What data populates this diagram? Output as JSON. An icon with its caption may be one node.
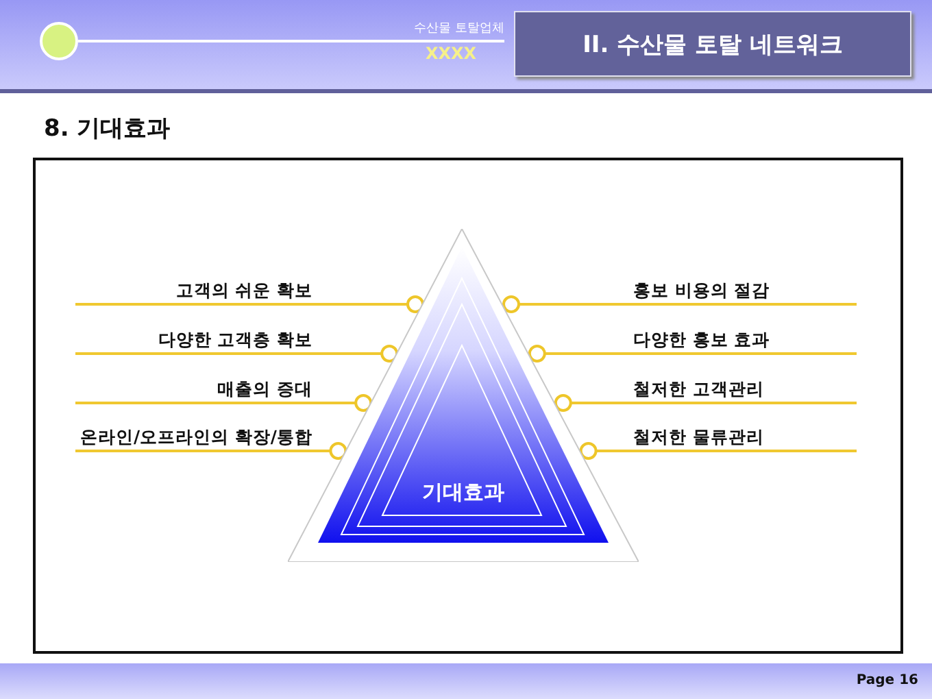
{
  "diagram": {
    "title": "8. 기대효과",
    "nodes": [
      {
        "text": [
          "기대효과"
        ]
      },
      {
        "text": [
          "고객의 쉬운 확보"
        ]
      },
      {
        "text": [
          "다양한 고객층 확보"
        ]
      },
      {
        "text": [
          "매출의 증대"
        ]
      },
      {
        "text": [
          "온라인/오프라인의 확장/통합"
        ]
      },
      {
        "text": [
          "홍보 비용의 절감"
        ]
      },
      {
        "text": [
          "다양한 홍보 효과"
        ]
      },
      {
        "text": [
          "철저한 고객관리"
        ]
      },
      {
        "text": [
          "철저한 물류관리"
        ]
      }
    ],
    "edges": [
      {
        "from": 1,
        "to": 0,
        "arrow": "other"
      },
      {
        "from": 2,
        "to": 0,
        "arrow": "other"
      },
      {
        "from": 3,
        "to": 0,
        "arrow": "other"
      },
      {
        "from": 4,
        "to": 0,
        "arrow": "other"
      },
      {
        "from": 5,
        "to": 0,
        "arrow": "other"
      },
      {
        "from": 6,
        "to": 0,
        "arrow": "other"
      },
      {
        "from": 7,
        "to": 0,
        "arrow": "other"
      },
      {
        "from": 8,
        "to": 0,
        "arrow": "other"
      }
    ],
    "labels": [
      "수산물 토탈업체",
      "XXXX",
      "II. 수산물 토탈 네트워크",
      "Page 16"
    ]
  }
}
